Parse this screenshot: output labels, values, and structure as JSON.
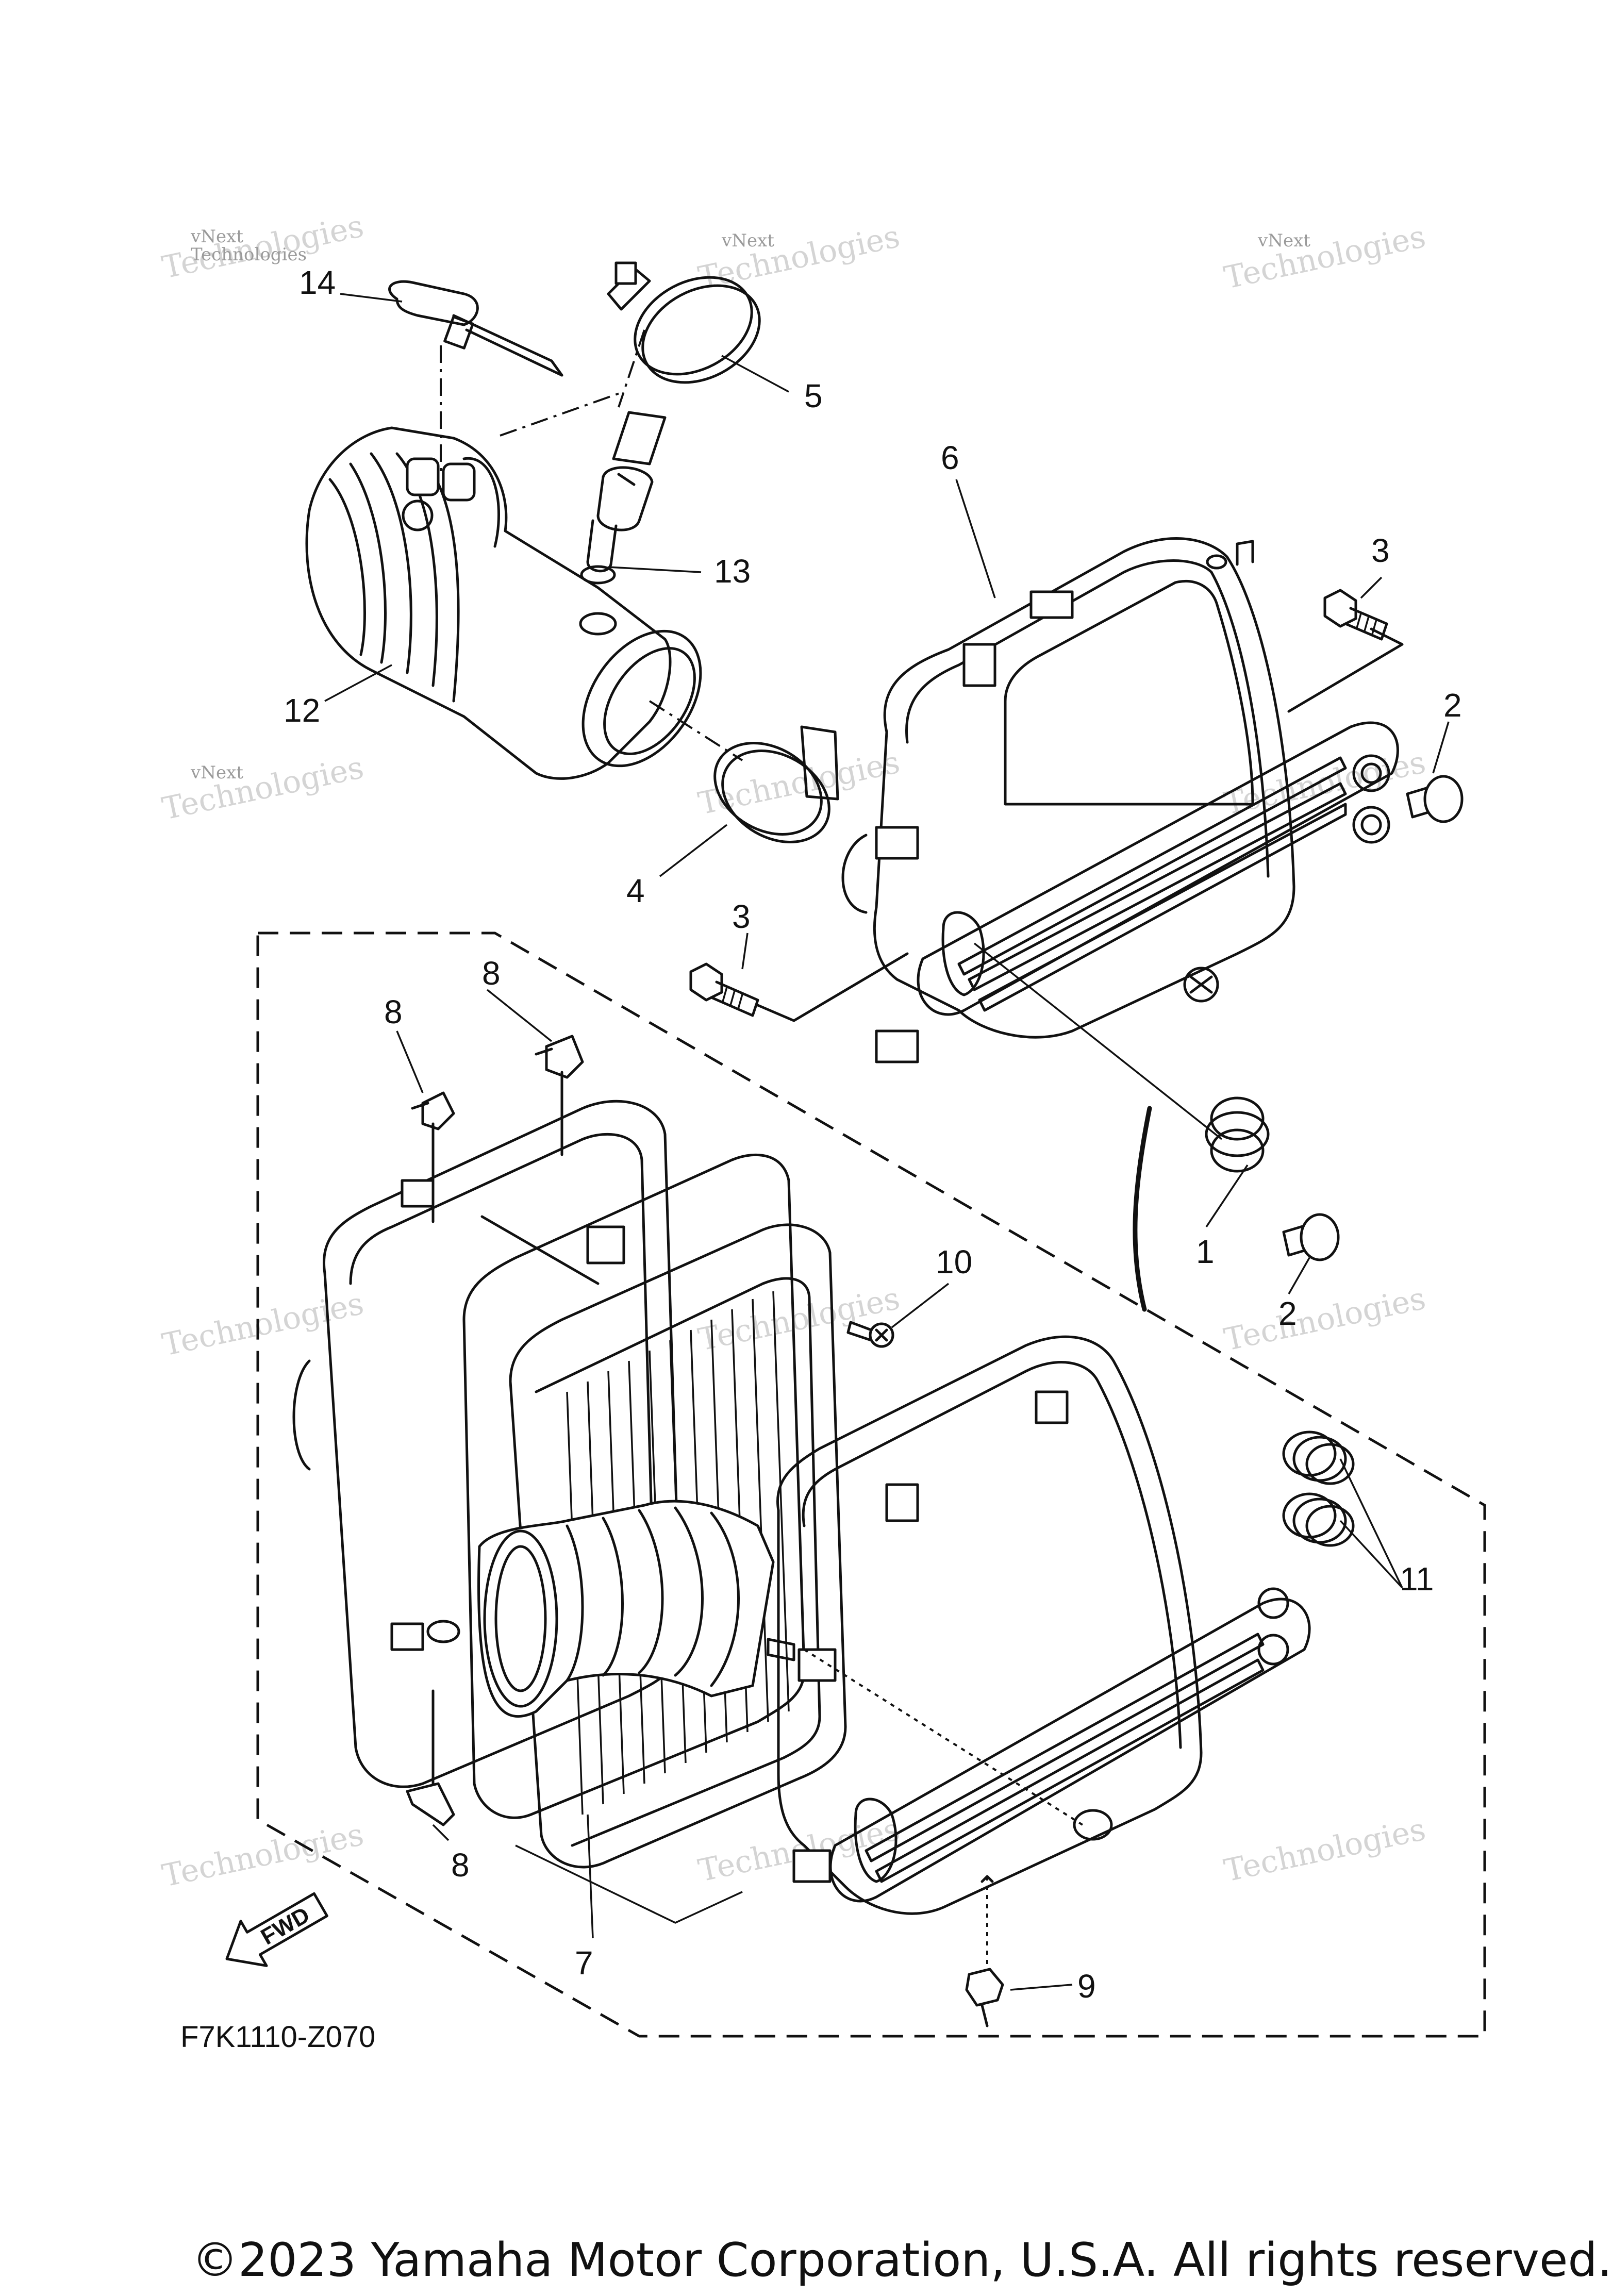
{
  "diagram": {
    "callouts": [
      {
        "id": "c14a",
        "text": "14"
      },
      {
        "id": "c5",
        "text": "5"
      },
      {
        "id": "c13",
        "text": "13"
      },
      {
        "id": "c6",
        "text": "6"
      },
      {
        "id": "c3a",
        "text": "3"
      },
      {
        "id": "c2a",
        "text": "2"
      },
      {
        "id": "c12",
        "text": "12"
      },
      {
        "id": "c4",
        "text": "4"
      },
      {
        "id": "c3b",
        "text": "3"
      },
      {
        "id": "c8a",
        "text": "8"
      },
      {
        "id": "c8b",
        "text": "8"
      },
      {
        "id": "c10",
        "text": "10"
      },
      {
        "id": "c1",
        "text": "1"
      },
      {
        "id": "c2b",
        "text": "2"
      },
      {
        "id": "c11",
        "text": "11"
      },
      {
        "id": "c8c",
        "text": "8"
      },
      {
        "id": "c7",
        "text": "7"
      },
      {
        "id": "c9",
        "text": "9"
      }
    ],
    "fwd_label": "FWD",
    "watermark_line1": "vNext",
    "watermark_line2": "Technologies",
    "drawing_code": "F7K1110-Z070",
    "copyright": "©2023 Yamaha Motor Corporation, U.S.A. All rights reserved."
  }
}
